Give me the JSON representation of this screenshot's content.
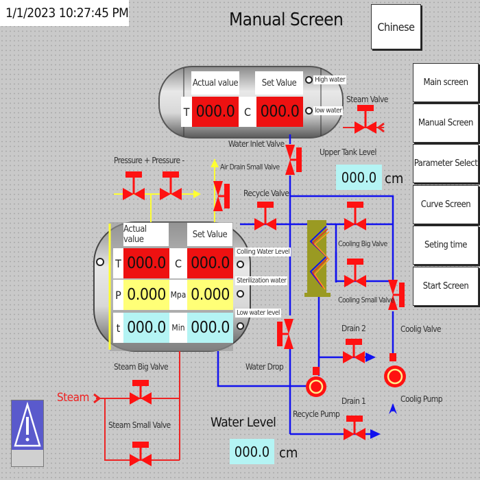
{
  "header": {
    "datetime": "1/1/2023 10:27:45 PM",
    "title": "Manual Screen",
    "language_button": "Chinese"
  },
  "nav": [
    {
      "label": "Main screen"
    },
    {
      "label": "Manual Screen"
    },
    {
      "label": "Parameter Select"
    },
    {
      "label": "Curve Screen"
    },
    {
      "label": "Seting time"
    },
    {
      "label": "Start Screen"
    }
  ],
  "upper_tank": {
    "actual_header": "Actual value",
    "set_header": "Set Value",
    "temp_label": "T",
    "temp_unit": "C",
    "temp_actual": "000.0",
    "temp_set": "000.0",
    "high_water": "High water",
    "low_water": "low water",
    "level_label": "Upper Tank  Level",
    "level_value": "000.0",
    "level_unit": "cm"
  },
  "main_tank": {
    "actual_header": "Actual value",
    "set_header": "Set Value",
    "rows": [
      {
        "label": "T",
        "unit": "C",
        "actual": "000.0",
        "set": "000.0",
        "color": "#ee1111"
      },
      {
        "label": "P",
        "unit": "Mpa",
        "actual": "0.000",
        "set": "0.000",
        "color": "#ffff77"
      },
      {
        "label": "t",
        "unit": "Min",
        "actual": "000.0",
        "set": "000.0",
        "color": "#b4f4f4"
      }
    ],
    "indicators": [
      "Colling Water Level",
      "Sterilization water",
      "Low water level"
    ]
  },
  "labels": {
    "steam_valve": "Steam Valve",
    "water_inlet_valve": "Water Inlet Valve",
    "pressure": "Pressure + Pressure -",
    "air_drain": "Air Drain Small Valve",
    "recycle_valve": "Recycle Valve",
    "cooling_big_valve": "Cooling Big Valve",
    "cooling_small_valve": "Cooling Small Valve",
    "coolig_valve": "Coolig Valve",
    "drain2": "Drain 2",
    "drain1": "Drain 1",
    "coolig_pump": "Coolig Pump",
    "recycle_pump": "Recycle Pump",
    "water_drop": "Water Drop",
    "steam": "Steam",
    "steam_big_valve": "Steam Big Valve",
    "steam_small_valve": "Steam Small Valve"
  },
  "water_level": {
    "label": "Water Level",
    "value": "000.0",
    "unit": "cm"
  },
  "colors": {
    "valve": "#ff1111",
    "water_pipe": "#1111ee",
    "steam_pipe": "#ee2222",
    "air_pipe": "#ffff33"
  }
}
